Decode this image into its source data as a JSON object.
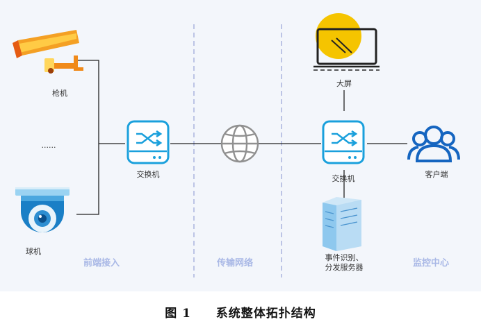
{
  "labels": {
    "gun_camera": "枪机",
    "ellipsis": "......",
    "dome_camera": "球机",
    "switch_left": "交换机",
    "big_screen": "大屏",
    "switch_right": "交换机",
    "clients": "客户端",
    "server_line1": "事件识别、",
    "server_line2": "分发服务器"
  },
  "zones": {
    "frontend": "前端接入",
    "network": "传输网络",
    "monitor": "监控中心"
  },
  "caption": {
    "number": "图 1",
    "title": "系统整体拓扑结构"
  },
  "colors": {
    "switch_blue": "#1aa0dc",
    "zone_text": "#a9b8e6",
    "camera_orange": "#f4a024",
    "screen_yellow": "#f5c400",
    "client_blue": "#1565c0"
  }
}
